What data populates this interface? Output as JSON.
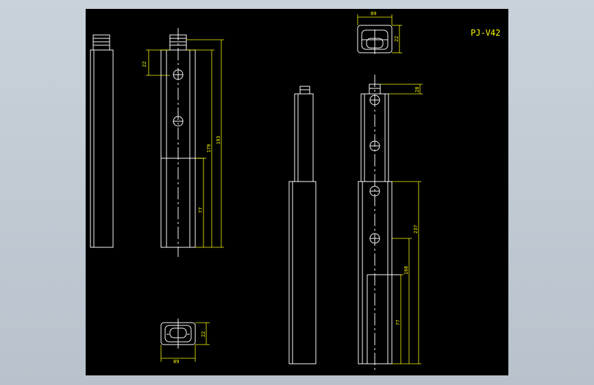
{
  "drawing": {
    "title": "PJ-V42",
    "dims": {
      "top_width": "89",
      "top_height": "22",
      "upper_offset": "22",
      "upper_179": "179",
      "upper_193": "193",
      "upper_77": "77",
      "lower_width": "89",
      "lower_height": "22",
      "right_top": "28",
      "right_237": "237",
      "right_160": "160",
      "right_77": "77"
    },
    "colors": {
      "background": "#000000",
      "line": "#ffffff",
      "dimension": "#ffff00",
      "frame": "#c9d1da"
    }
  }
}
